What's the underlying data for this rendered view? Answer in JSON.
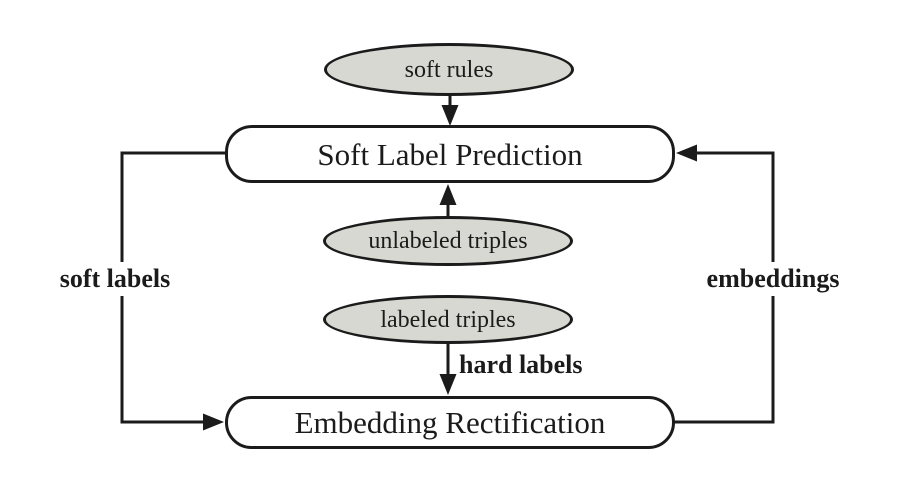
{
  "diagram": {
    "colors": {
      "background": "#ffffff",
      "stroke": "#1b1b1b",
      "ellipse_fill": "#d8d8d2",
      "box_fill": "#ffffff",
      "text": "#1b1b1b"
    },
    "nodes": {
      "soft_rules": {
        "label": "soft rules",
        "shape": "ellipse"
      },
      "soft_label_prediction": {
        "label": "Soft Label Prediction",
        "shape": "rounded-box"
      },
      "unlabeled_triples": {
        "label": "unlabeled triples",
        "shape": "ellipse"
      },
      "labeled_triples": {
        "label": "labeled triples",
        "shape": "ellipse"
      },
      "embedding_rectification": {
        "label": "Embedding Rectification",
        "shape": "rounded-box"
      }
    },
    "edge_labels": {
      "soft_labels": "soft labels",
      "hard_labels": "hard labels",
      "embeddings": "embeddings"
    },
    "edges": [
      {
        "from": "soft_rules",
        "to": "soft_label_prediction",
        "label": ""
      },
      {
        "from": "unlabeled_triples",
        "to": "soft_label_prediction",
        "label": ""
      },
      {
        "from": "labeled_triples",
        "to": "embedding_rectification",
        "label": "hard labels"
      },
      {
        "from": "soft_label_prediction",
        "to": "embedding_rectification",
        "label": "soft labels",
        "route": "left-loop"
      },
      {
        "from": "embedding_rectification",
        "to": "soft_label_prediction",
        "label": "embeddings",
        "route": "right-loop"
      }
    ]
  }
}
